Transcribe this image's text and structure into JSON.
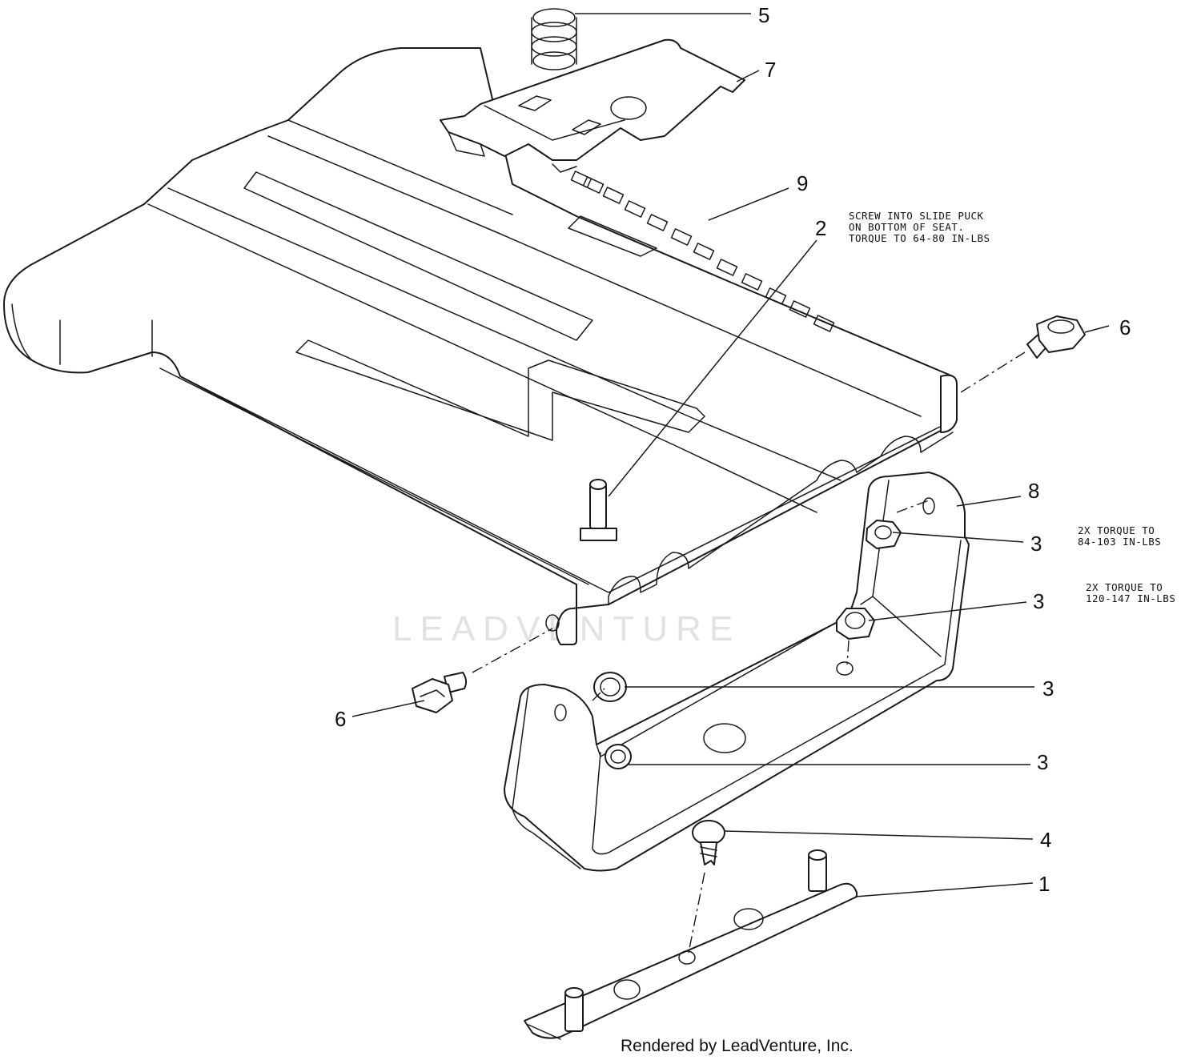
{
  "callouts": {
    "c1": "1",
    "c2": "2",
    "c3a": "3",
    "c3b": "3",
    "c3c": "3",
    "c3d": "3",
    "c4": "4",
    "c5": "5",
    "c6a": "6",
    "c6b": "6",
    "c7": "7",
    "c8": "8",
    "c9": "9"
  },
  "notes": {
    "screw": [
      "SCREW INTO SLIDE PUCK",
      "ON BOTTOM OF SEAT.",
      "TORQUE TO 64-80 IN-LBS"
    ],
    "torque1": [
      "2X TORQUE TO",
      "84-103 IN-LBS"
    ],
    "torque2": [
      "2X TORQUE TO",
      "120-147 IN-LBS"
    ]
  },
  "watermark": "LEADVENTURE",
  "footer": "Rendered by LeadVenture, Inc."
}
